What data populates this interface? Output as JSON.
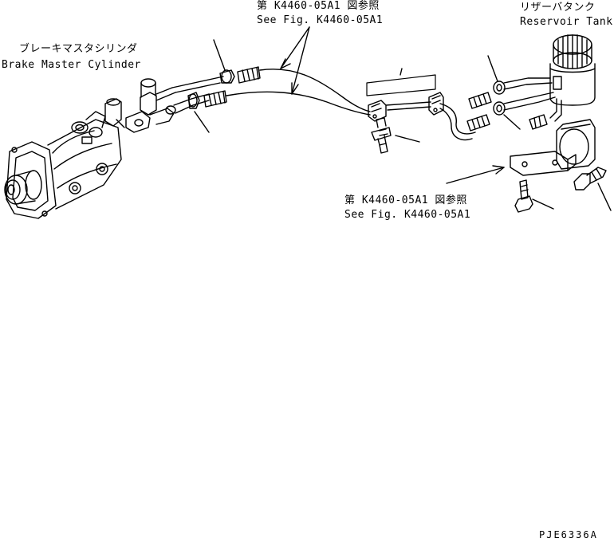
{
  "labels": {
    "brake_master_cylinder": {
      "jp": "ブレーキマスタシリンダ",
      "en": "Brake Master Cylinder"
    },
    "reservoir_tank": {
      "jp": "リザーバタンク",
      "en": "Reservoir Tank"
    },
    "ref_top": {
      "jp": "第 K4460-05A1 図参照",
      "en": "See Fig. K4460-05A1"
    },
    "ref_bottom": {
      "jp": "第 K4460-05A1 図参照",
      "en": "See Fig. K4460-05A1"
    }
  },
  "drawing_code": "PJE6336A"
}
